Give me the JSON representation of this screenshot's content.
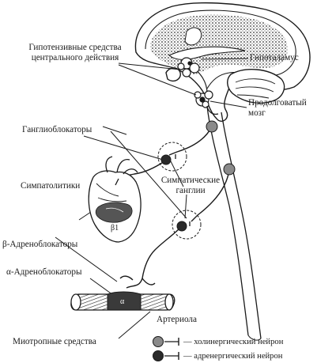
{
  "labels": {
    "hypotensive_central_line1": "Гипотензивные средства",
    "hypotensive_central_line2": "центрального действия",
    "hypothalamus": "Гипоталамус",
    "medulla_line1": "Продолговатый",
    "medulla_line2": "мозг",
    "ganglioblockers": "Ганглиоблокаторы",
    "sympatholytics": "Симпатолитики",
    "sympathetic_ganglia_line1": "Симпатические",
    "sympathetic_ganglia_line2": "ганглии",
    "beta1": "β1",
    "beta_blockers": "β-Адреноблокаторы",
    "alpha_blockers": "α-Адреноблокаторы",
    "alpha": "α",
    "arteriole": "Артериола",
    "myotropic": "Миотропные средства"
  },
  "legend": [
    {
      "text": "— холинергический нейрон",
      "fill": "#8a8a8a"
    },
    {
      "text": "— адренергический нейрон",
      "fill": "#2a2a2a"
    }
  ],
  "colors": {
    "ink": "#1a1a1a",
    "cholinergic": "#8a8a8a",
    "adrenergic": "#2a2a2a",
    "shade": "#555555"
  }
}
